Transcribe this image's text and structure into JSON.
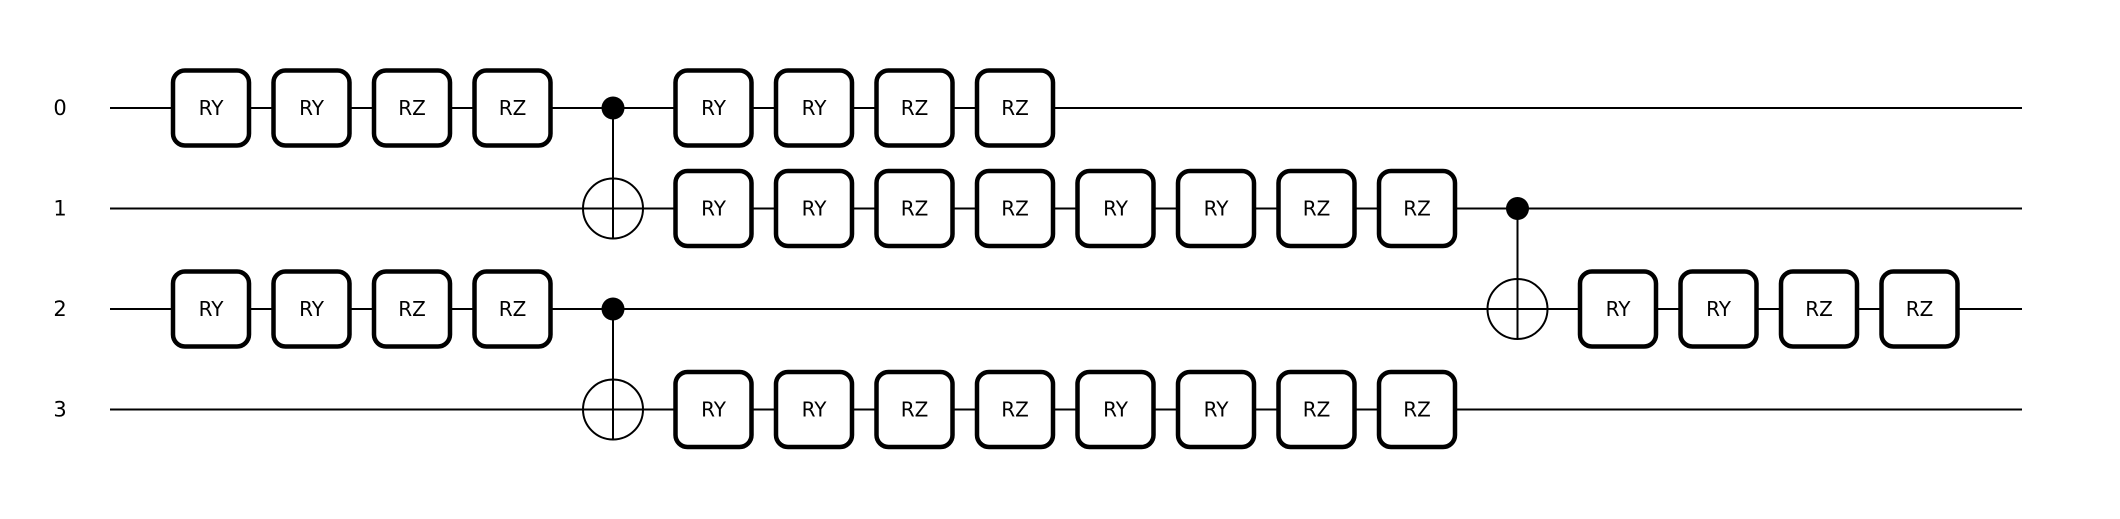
{
  "circuit": {
    "wires": [
      {
        "label": "0"
      },
      {
        "label": "1"
      },
      {
        "label": "2"
      },
      {
        "label": "3"
      }
    ],
    "operations": [
      {
        "type": "gate",
        "label": "RY",
        "wire": 0,
        "column": 0
      },
      {
        "type": "gate",
        "label": "RY",
        "wire": 0,
        "column": 1
      },
      {
        "type": "gate",
        "label": "RZ",
        "wire": 0,
        "column": 2
      },
      {
        "type": "gate",
        "label": "RZ",
        "wire": 0,
        "column": 3
      },
      {
        "type": "gate",
        "label": "RY",
        "wire": 2,
        "column": 0
      },
      {
        "type": "gate",
        "label": "RY",
        "wire": 2,
        "column": 1
      },
      {
        "type": "gate",
        "label": "RZ",
        "wire": 2,
        "column": 2
      },
      {
        "type": "gate",
        "label": "RZ",
        "wire": 2,
        "column": 3
      },
      {
        "type": "cnot",
        "control": 0,
        "target": 1,
        "column": 4
      },
      {
        "type": "cnot",
        "control": 2,
        "target": 3,
        "column": 4
      },
      {
        "type": "gate",
        "label": "RY",
        "wire": 0,
        "column": 5
      },
      {
        "type": "gate",
        "label": "RY",
        "wire": 0,
        "column": 6
      },
      {
        "type": "gate",
        "label": "RZ",
        "wire": 0,
        "column": 7
      },
      {
        "type": "gate",
        "label": "RZ",
        "wire": 0,
        "column": 8
      },
      {
        "type": "gate",
        "label": "RY",
        "wire": 1,
        "column": 5
      },
      {
        "type": "gate",
        "label": "RY",
        "wire": 1,
        "column": 6
      },
      {
        "type": "gate",
        "label": "RZ",
        "wire": 1,
        "column": 7
      },
      {
        "type": "gate",
        "label": "RZ",
        "wire": 1,
        "column": 8
      },
      {
        "type": "gate",
        "label": "RY",
        "wire": 1,
        "column": 9
      },
      {
        "type": "gate",
        "label": "RY",
        "wire": 1,
        "column": 10
      },
      {
        "type": "gate",
        "label": "RZ",
        "wire": 1,
        "column": 11
      },
      {
        "type": "gate",
        "label": "RZ",
        "wire": 1,
        "column": 12
      },
      {
        "type": "gate",
        "label": "RY",
        "wire": 3,
        "column": 5
      },
      {
        "type": "gate",
        "label": "RY",
        "wire": 3,
        "column": 6
      },
      {
        "type": "gate",
        "label": "RZ",
        "wire": 3,
        "column": 7
      },
      {
        "type": "gate",
        "label": "RZ",
        "wire": 3,
        "column": 8
      },
      {
        "type": "gate",
        "label": "RY",
        "wire": 3,
        "column": 9
      },
      {
        "type": "gate",
        "label": "RY",
        "wire": 3,
        "column": 10
      },
      {
        "type": "gate",
        "label": "RZ",
        "wire": 3,
        "column": 11
      },
      {
        "type": "gate",
        "label": "RZ",
        "wire": 3,
        "column": 12
      },
      {
        "type": "cnot",
        "control": 1,
        "target": 2,
        "column": 13
      },
      {
        "type": "gate",
        "label": "RY",
        "wire": 2,
        "column": 14
      },
      {
        "type": "gate",
        "label": "RY",
        "wire": 2,
        "column": 15
      },
      {
        "type": "gate",
        "label": "RZ",
        "wire": 2,
        "column": 16
      },
      {
        "type": "gate",
        "label": "RZ",
        "wire": 2,
        "column": 17
      }
    ]
  }
}
